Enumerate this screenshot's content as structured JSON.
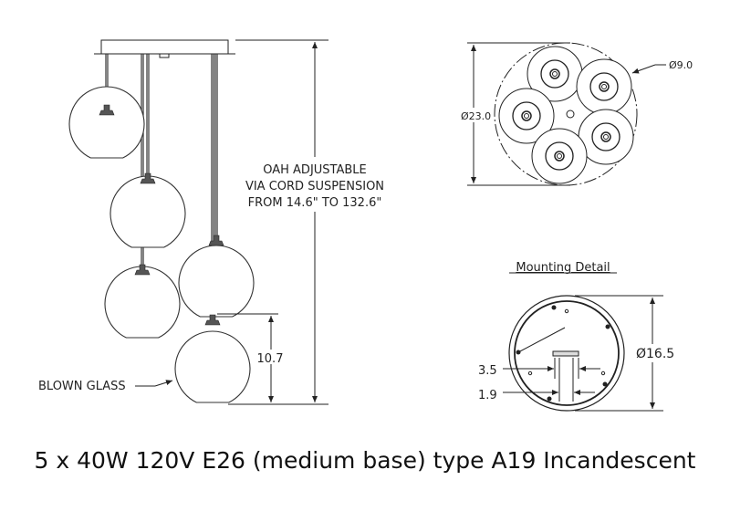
{
  "side_view": {
    "oah_lines": [
      "OAH ADJUSTABLE",
      "VIA CORD SUSPENSION",
      "FROM 14.6\" TO 132.6\""
    ],
    "globe_height": "10.7",
    "glass_label": "BLOWN GLASS"
  },
  "top_view": {
    "overall_diameter": "Ø23.0",
    "globe_diameter": "Ø9.0"
  },
  "mounting": {
    "title": "Mounting Detail",
    "diameter": "Ø16.5",
    "dim_a": "3.5",
    "dim_b": "1.9"
  },
  "caption": "5 x 40W 120V E26 (medium base) type A19 Incandescent"
}
